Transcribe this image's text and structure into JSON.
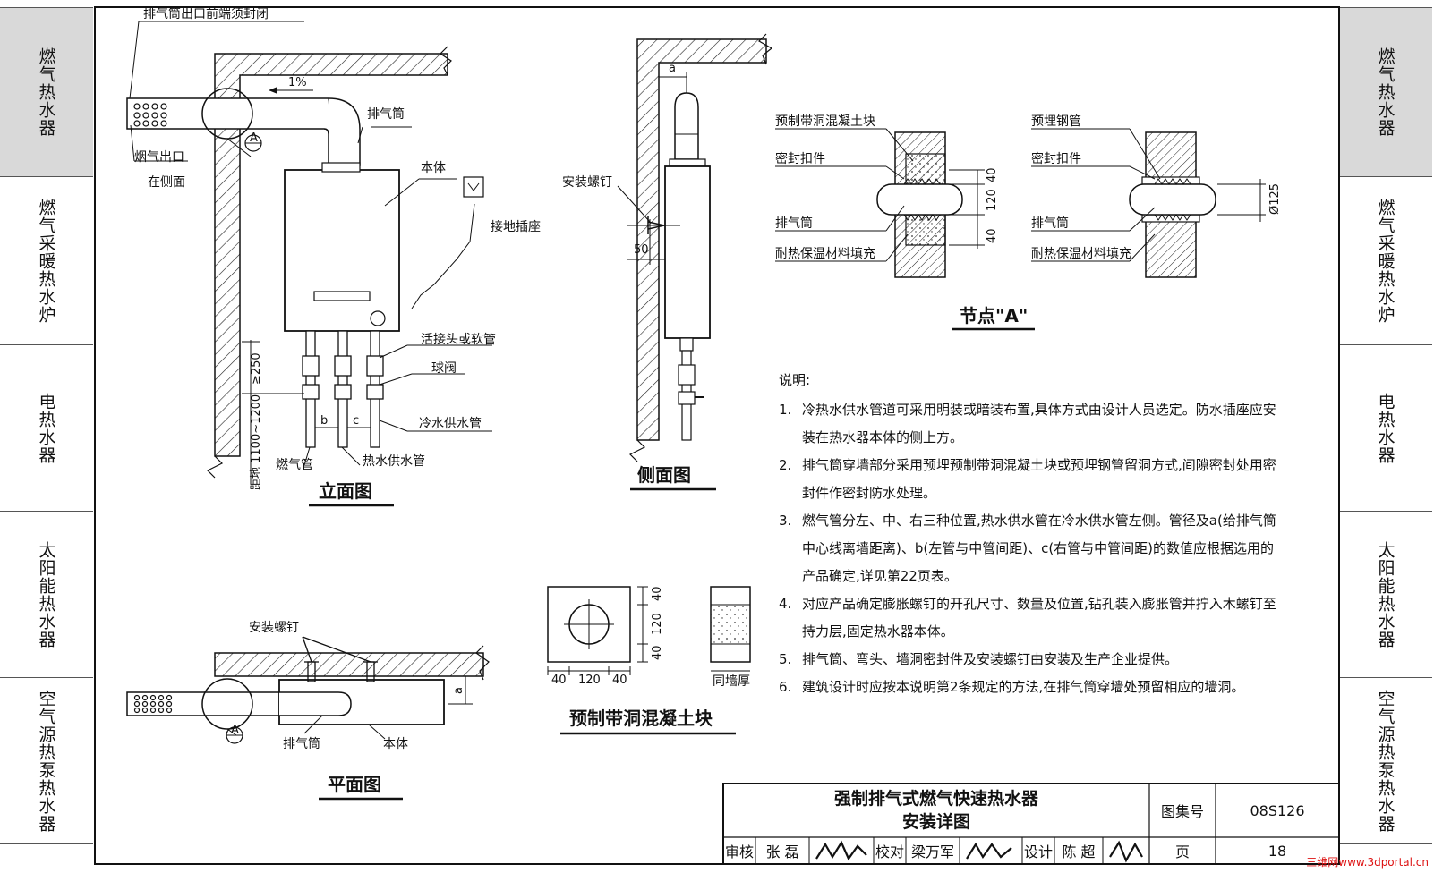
{
  "sidebar_left": [
    "燃气热水器",
    "燃气采暖热水炉",
    "电热水器",
    "太阳能热水器",
    "空气源热泵热水器"
  ],
  "sidebar_right": [
    "燃气热水器",
    "燃气采暖热水炉",
    "电热水器",
    "太阳能热水器",
    "空气源热泵热水器"
  ],
  "elevation": {
    "label_outlet_seal": "排气筒出口前端须封闭",
    "label_slope": "1%",
    "label_flue": "排气筒",
    "label_body": "本体",
    "label_socket": "接地插座",
    "label_outlet_side_1": "烟气出口",
    "label_outlet_side_2": "在侧面",
    "label_joint": "活接头或软管",
    "label_valve": "球阀",
    "label_cold": "冷水供水管",
    "label_gas": "燃气管",
    "label_hot": "热水供水管",
    "label_b": "b",
    "label_c": "c",
    "dim_250": "≥250",
    "dim_height": "距地 1100~1200",
    "node_ref": "A",
    "caption": "立面图"
  },
  "side_view": {
    "label_a": "a",
    "label_screw": "安装螺钉",
    "dim_50": "50",
    "caption": "侧面图"
  },
  "node_a": {
    "label_block": "预制带洞混凝土块",
    "label_seal_l": "密封扣件",
    "label_flue_l": "排气筒",
    "label_fill_l": "耐热保温材料填充",
    "label_steel": "预埋钢管",
    "label_seal_r": "密封扣件",
    "label_flue_r": "排气筒",
    "label_fill_r": "耐热保温材料填充",
    "dim_40a": "40",
    "dim_120": "120",
    "dim_40b": "40",
    "dim_d125": "Ø125",
    "caption": "节点\"A\""
  },
  "plan": {
    "label_screw": "安装螺钉",
    "label_flue": "排气筒",
    "label_body": "本体",
    "label_a": "a",
    "node_ref": "A",
    "caption": "平面图"
  },
  "block": {
    "dims": [
      "40",
      "120",
      "40"
    ],
    "label_wall": "同墙厚",
    "caption": "预制带洞混凝土块"
  },
  "notes": {
    "title": "说明:",
    "items": [
      {
        "num": "1.",
        "text": "冷热水供水管道可采用明装或暗装布置,具体方式由设计人员选定。防水插座应安装在热水器本体的侧上方。"
      },
      {
        "num": "2.",
        "text": "排气筒穿墙部分采用预埋预制带洞混凝土块或预埋钢管留洞方式,间隙密封处用密封件作密封防水处理。"
      },
      {
        "num": "3.",
        "text": "燃气管分左、中、右三种位置,热水供水管在冷水供水管左侧。管径及a(给排气筒中心线离墙距离)、b(左管与中管间距)、c(右管与中管间距)的数值应根据选用的产品确定,详见第22页表。"
      },
      {
        "num": "4.",
        "text": "对应产品确定膨胀螺钉的开孔尺寸、数量及位置,钻孔装入膨胀管并拧入木螺钉至持力层,固定热水器本体。"
      },
      {
        "num": "5.",
        "text": "排气筒、弯头、墙洞密封件及安装螺钉由安装及生产企业提供。"
      },
      {
        "num": "6.",
        "text": "建筑设计时应按本说明第2条规定的方法,在排气筒穿墙处预留相应的墙洞。"
      }
    ]
  },
  "title_block": {
    "title_line1": "强制排气式燃气快速热水器",
    "title_line2": "安装详图",
    "atlas_label": "图集号",
    "atlas_no": "08S126",
    "review_label": "审核",
    "reviewer": "张 磊",
    "check_label": "校对",
    "checker": "梁万军",
    "design_label": "设计",
    "designer": "陈 超",
    "page_label": "页",
    "page_no": "18"
  },
  "watermark": "三维网www.3dportal.cn"
}
